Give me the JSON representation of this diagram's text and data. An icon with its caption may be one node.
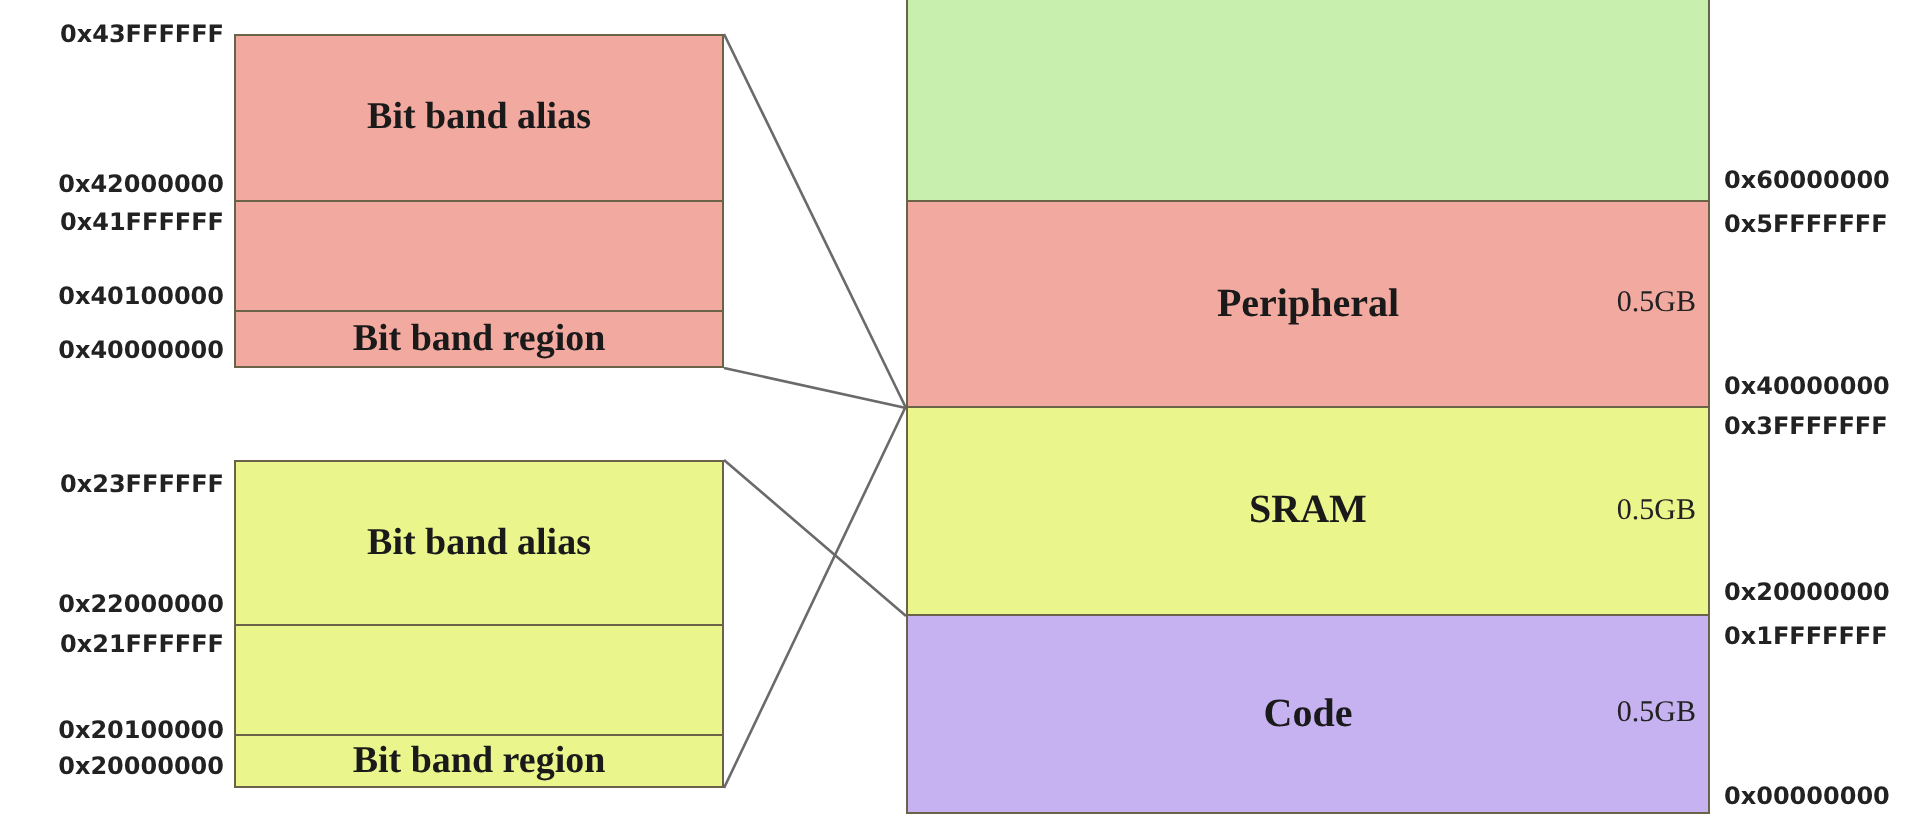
{
  "diagram": {
    "nodes": [
      {
        "text": [
          "Bit band alias"
        ]
      },
      {
        "text": [],
        "shape": "box"
      },
      {
        "text": [
          "Bit band region"
        ]
      },
      {
        "text": [
          "Bit band alias"
        ]
      },
      {
        "text": [],
        "shape": "box"
      },
      {
        "text": [
          "Bit band region"
        ]
      },
      {
        "text": [],
        "shape": "box"
      },
      {
        "text": [
          "Peripheral",
          "0.5GB"
        ]
      },
      {
        "text": [
          "SRAM",
          "0.5GB"
        ]
      },
      {
        "text": [
          "Code",
          "0.5GB"
        ]
      }
    ],
    "edges": [
      {
        "from": 0,
        "to": 7,
        "arrow": "none"
      },
      {
        "from": 2,
        "to": 7,
        "arrow": "none"
      },
      {
        "from": 3,
        "to": 8,
        "arrow": "none"
      },
      {
        "from": 5,
        "to": 8,
        "arrow": "none"
      }
    ],
    "labels": [
      "0x43FFFFFF",
      "0x42000000",
      "0x41FFFFFF",
      "0x40100000",
      "0x40000000",
      "0x60000000",
      "0x5FFFFFFF",
      "0x40000000",
      "0x3FFFFFFF",
      "0x23FFFFFF",
      "0x22000000",
      "0x20000000",
      "0x21FFFFFF",
      "0x1FFFFFFF",
      "0x20100000",
      "0x20000000",
      "0x00000000"
    ]
  }
}
